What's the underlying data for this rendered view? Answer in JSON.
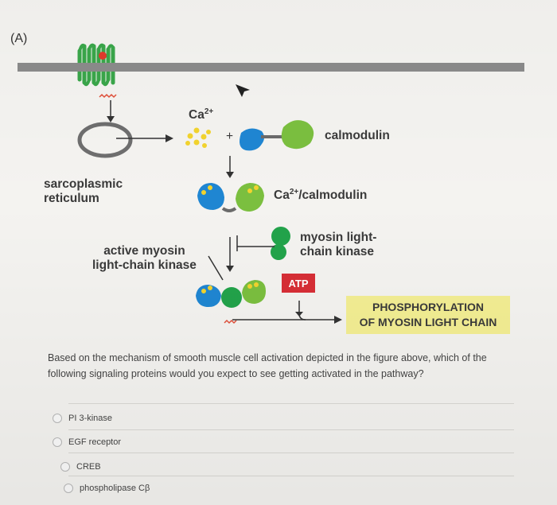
{
  "panel_label": "(A)",
  "labels": {
    "ca_base": "Ca",
    "ca_sup": "2+",
    "plus": "+",
    "calmodulin": "calmodulin",
    "ca_calmodulin_sup": "2+",
    "ca_calmodulin_rest": "/calmodulin",
    "sarcoplasmic_line1": "sarcoplasmic",
    "sarcoplasmic_line2": "reticulum",
    "mlck_line1": "myosin light-",
    "mlck_line2": "chain kinase",
    "active_line1": "active myosin",
    "active_line2": "light-chain kinase",
    "atp": "ATP",
    "phospho_line1": "PHOSPHORYLATION",
    "phospho_line2": "OF MYOSIN LIGHT CHAIN"
  },
  "question": "Based on the mechanism of smooth muscle cell activation depicted in the figure above, which of the following signaling proteins would you expect to see getting activated in the pathway?",
  "options": [
    {
      "label": "PI 3-kinase"
    },
    {
      "label": "EGF receptor"
    },
    {
      "label": "CREB"
    },
    {
      "label": "phospholipase Cβ"
    }
  ],
  "colors": {
    "membrane": "#8b8b8b",
    "receptor_green": "#3aa64a",
    "calmodulin_green": "#7bbf3f",
    "calcium_yellow": "#f2d32e",
    "kinase_blue": "#1f86d2",
    "kinase_green": "#22a34a",
    "atp_red": "#d72e36",
    "highlight_yellow": "#f3ee93",
    "receptor_dot": "#e03a2c"
  }
}
